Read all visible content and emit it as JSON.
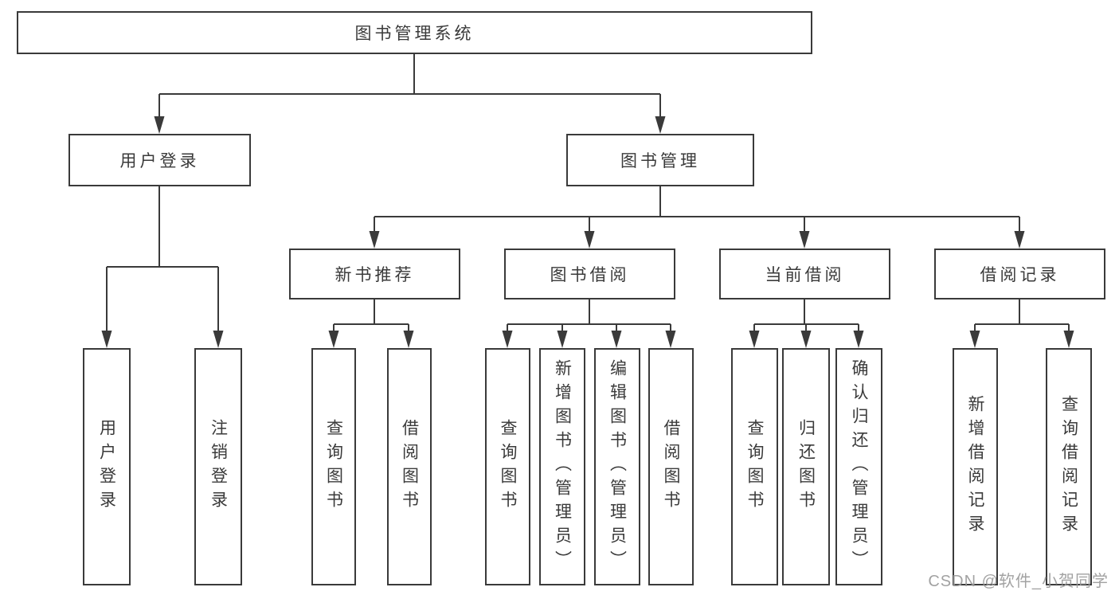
{
  "tree": {
    "root": "图书管理系统",
    "branches": [
      {
        "label": "用户登录",
        "children": [
          {
            "label": "用户登录"
          },
          {
            "label": "注销登录"
          }
        ]
      },
      {
        "label": "图书管理",
        "children": [
          {
            "label": "新书推荐",
            "children": [
              {
                "label": "查询图书"
              },
              {
                "label": "借阅图书"
              }
            ]
          },
          {
            "label": "图书借阅",
            "children": [
              {
                "label": "查询图书"
              },
              {
                "label": "新增图书（管理员）"
              },
              {
                "label": "编辑图书（管理员）"
              },
              {
                "label": "借阅图书"
              }
            ]
          },
          {
            "label": "当前借阅",
            "children": [
              {
                "label": "查询图书"
              },
              {
                "label": "归还图书"
              },
              {
                "label": "确认归还（管理员）"
              }
            ]
          },
          {
            "label": "借阅记录",
            "children": [
              {
                "label": "新增借阅记录"
              },
              {
                "label": "查询借阅记录"
              }
            ]
          }
        ]
      }
    ]
  },
  "watermark": "CSDN @软件_小贺同学",
  "colors": {
    "line": "#3a3a3a",
    "text": "#3a3a3a",
    "watermark": "#9b9b9b",
    "background": "#ffffff"
  }
}
